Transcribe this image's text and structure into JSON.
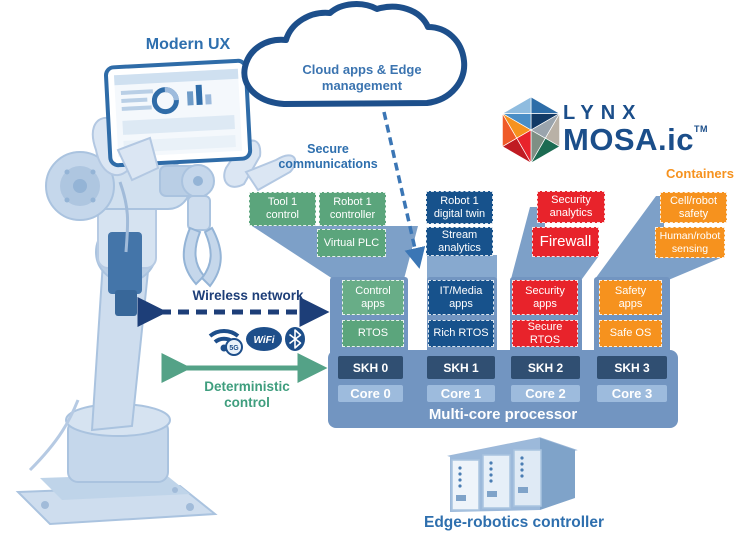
{
  "logo": {
    "brand": "LYNX",
    "product": "MOSA.ic",
    "tm": "TM"
  },
  "cloud": {
    "line1": "Cloud apps & Edge",
    "line2": "management"
  },
  "annotations": {
    "modern_ux": "Modern UX",
    "secure_communications": "Secure communications",
    "wireless_network": "Wireless network",
    "deterministic_control": "Deterministic control",
    "containers": "Containers",
    "multi_core": "Multi-core processor",
    "edge_controller": "Edge-robotics controller"
  },
  "wireless_icons": {
    "fiveg": "5G",
    "wifi": "WiFi"
  },
  "processor": {
    "columns": [
      {
        "theme": "green",
        "floating": [
          "Tool 1 control",
          "Robot 1 controller",
          "Virtual PLC"
        ],
        "apps": "Control apps",
        "os": "RTOS",
        "skh": "SKH 0",
        "core": "Core 0"
      },
      {
        "theme": "blue",
        "floating": [
          "Robot 1 digital twin",
          "Stream analytics"
        ],
        "apps": "IT/Media apps",
        "os": "Rich RTOS",
        "skh": "SKH 1",
        "core": "Core 1"
      },
      {
        "theme": "red",
        "floating": [
          "Security analytics",
          "Firewall"
        ],
        "apps": "Security apps",
        "os": "Secure RTOS",
        "skh": "SKH 2",
        "core": "Core 2"
      },
      {
        "theme": "orange",
        "floating": [
          "Cell/robot safety",
          "Human/robot sensing"
        ],
        "apps": "Safety apps",
        "os": "Safe OS",
        "skh": "SKH 3",
        "core": "Core 3"
      }
    ]
  },
  "colors": {
    "green": "#5ba57c",
    "dark_blue": "#17528c",
    "red": "#e8232b",
    "orange": "#f6921e",
    "brand_navy": "#1d4f8b",
    "processor_blue": "#7295c1",
    "label_blue": "#2e6fae",
    "label_green": "#3f9e7e",
    "label_navy": "#1d3e78"
  }
}
